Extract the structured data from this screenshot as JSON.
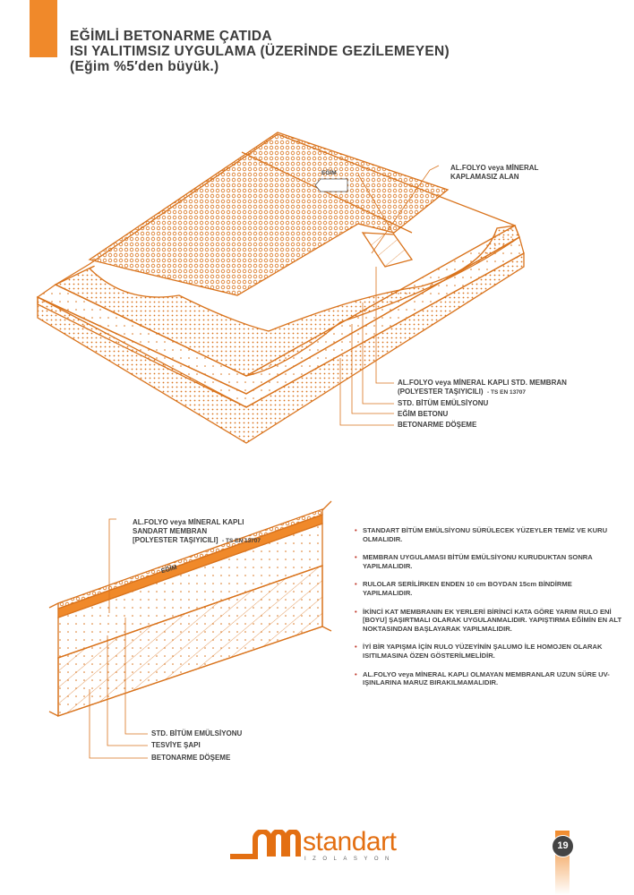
{
  "header": {
    "title_line1": "EĞİMLİ BETONARME ÇATIDA",
    "title_line2": "ISI YALITIMSIZ UYGULAMA (ÜZERİNDE GEZİLEMEYEN)",
    "title_line3": "(Eğim %5′den büyük.)"
  },
  "diagram_top": {
    "slope_label": "EĞİM",
    "labels": {
      "uncoated_1": "AL.FOLYO veya MİNERAL",
      "uncoated_2": "KAPLAMASIZ  ALAN",
      "membrane_1": "AL.FOLYO veya MİNERAL KAPLI STD. MEMBRAN",
      "membrane_2": "(POLYESTER TAŞIYICILI)",
      "membrane_std": "- TS EN 13707",
      "emulsion": "STD. BİTÜM EMÜLSİYONU",
      "slope_concrete": "EĞİM BETONU",
      "slab": "BETONARME DÖŞEME"
    }
  },
  "diagram_bottom": {
    "slope_label": "EĞİM",
    "labels": {
      "membrane_1": "AL.FOLYO veya MİNERAL KAPLI",
      "membrane_2": "SANDART MEMBRAN",
      "membrane_3": "[POLYESTER TAŞIYICILI]",
      "membrane_std": "- TS EN 13707",
      "emulsion": "STD. BİTÜM EMÜLSİYONU",
      "screed": "TESVİYE ŞAPI",
      "slab": "BETONARME DÖŞEME"
    }
  },
  "notes": [
    "STANDART BİTÜM EMÜLSİYONU SÜRÜLECEK YÜZEYLER TEMİZ VE KURU OLMALIDIR.",
    "MEMBRAN UYGULAMASI BİTÜM EMÜLSİYONU KURUDUKTAN SONRA YAPILMALIDIR.",
    "RULOLAR SERİLİRKEN ENDEN 10 cm BOYDAN 15cm BİNDİRME YAPILMALIDIR.",
    "İKİNCİ KAT MEMBRANIN EK YERLERİ BİRİNCİ KATA GÖRE YARIM RULO ENİ [BOYU] ŞAŞIRTMALI OLARAK UYGULANMALIDIR. YAPIŞTIRMA EĞİMİN EN ALT NOKTASINDAN BAŞLAYARAK YAPILMALIDIR.",
    "İYİ BİR YAPIŞMA İÇİN RULO YÜZEYİNİN ŞALUMO İLE HOMOJEN OLARAK ISITILMASINA ÖZEN GÖSTERİLMELİDİR.",
    "AL.FOLYO veya MİNERAL KAPLI OLMAYAN MEMBRANLAR UZUN SÜRE UV-IŞINLARINA MARUZ BIRAKILMAMALIDIR."
  ],
  "footer": {
    "brand": "standart",
    "brand_sub": "IZOLASYON",
    "page_number": "19"
  },
  "colors": {
    "accent": "#f0892a",
    "line": "#d9731c",
    "text": "#3c3c3c"
  }
}
